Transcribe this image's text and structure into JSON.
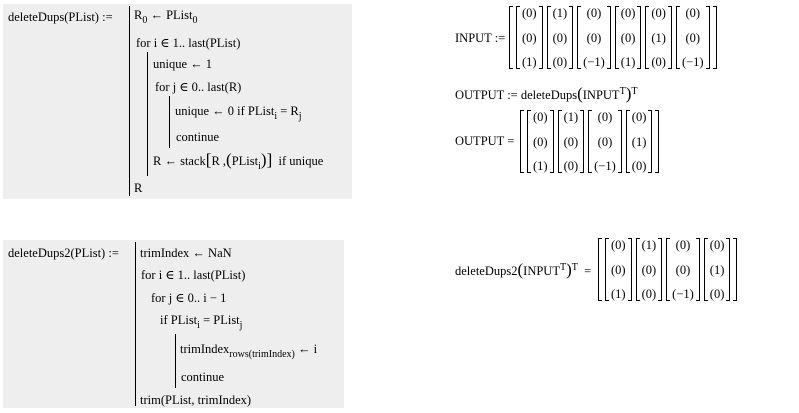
{
  "f1": {
    "head_name": "deleteDups(PList)",
    "defsym": ":=",
    "l1_a": "R",
    "l1_a_sub": "0",
    "l1_b": "← PList",
    "l1_b_sub": "0",
    "l2": "for  i ∈ 1.. last(PList)",
    "l3": "unique ← 1",
    "l4": "for  j ∈ 0.. last(R)",
    "l5_a": "unique ← 0  if  PList",
    "l5_a_sub": "i",
    "l5_b": " = R",
    "l5_b_sub": "j",
    "l6": "continue",
    "l7_a": "R ← stack",
    "l7_b": "R ,",
    "l7_c": "PList",
    "l7_c_sub": "i",
    "l7_d": "if  unique",
    "l8": "R"
  },
  "f2": {
    "head_name": "deleteDups2(PList)",
    "defsym": ":=",
    "l1": "trimIndex ← NaN",
    "l2": "for  i ∈ 1.. last(PList)",
    "l3": "for  j ∈ 0.. i − 1",
    "l4_a": "if  PList",
    "l4_a_sub": "i",
    "l4_b": " = PList",
    "l4_b_sub": "j",
    "l5_a": "trimIndex",
    "l5_a_sub": "rows(trimIndex)",
    "l5_b": "← i",
    "l6": "continue",
    "l7": "trim(PList, trimIndex)"
  },
  "input_def": {
    "label": "INPUT :=",
    "columns": [
      [
        "0",
        "0",
        "1"
      ],
      [
        "1",
        "0",
        "0"
      ],
      [
        "0",
        "0",
        "−1"
      ],
      [
        "0",
        "0",
        "1"
      ],
      [
        "0",
        "1",
        "0"
      ],
      [
        "0",
        "0",
        "−1"
      ]
    ]
  },
  "output_def": {
    "label": "OUTPUT := deleteDups",
    "arg": "INPUT",
    "sup_inner": "T",
    "sup_outer": "T"
  },
  "output_eval": {
    "label": "OUTPUT =",
    "columns": [
      [
        "0",
        "0",
        "1"
      ],
      [
        "1",
        "0",
        "0"
      ],
      [
        "0",
        "0",
        "−1"
      ],
      [
        "0",
        "1",
        "0"
      ]
    ]
  },
  "dd2_eval": {
    "label": "deleteDups2",
    "arg": "INPUT",
    "sup_inner": "T",
    "sup_outer": "T",
    "eq": "=",
    "columns": [
      [
        "0",
        "0",
        "1"
      ],
      [
        "1",
        "0",
        "0"
      ],
      [
        "0",
        "0",
        "−1"
      ],
      [
        "0",
        "1",
        "0"
      ]
    ]
  }
}
